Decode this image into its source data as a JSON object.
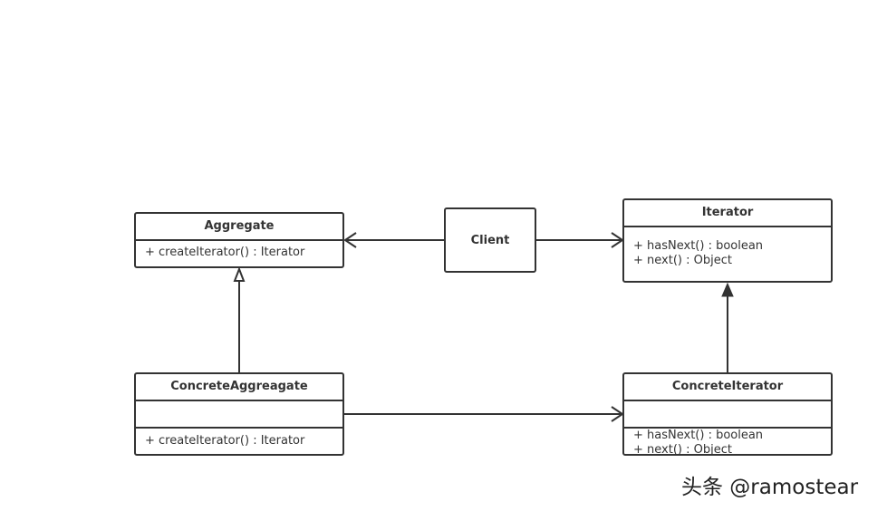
{
  "classes": {
    "aggregate": {
      "name": "Aggregate",
      "operations": [
        "+ createIterator() : Iterator"
      ]
    },
    "iterator": {
      "name": "Iterator",
      "operations": [
        "+ hasNext() : boolean",
        "+ next() : Object"
      ]
    },
    "client": {
      "name": "Client"
    },
    "concrete_aggregate": {
      "name": "ConcreteAggreagate",
      "operations": [
        "+ createIterator() : Iterator"
      ]
    },
    "concrete_iterator": {
      "name": "ConcreteIterator",
      "operations": [
        "+ hasNext() : boolean",
        "+ next() : Object"
      ]
    }
  },
  "watermark": "头条 @ramostear"
}
